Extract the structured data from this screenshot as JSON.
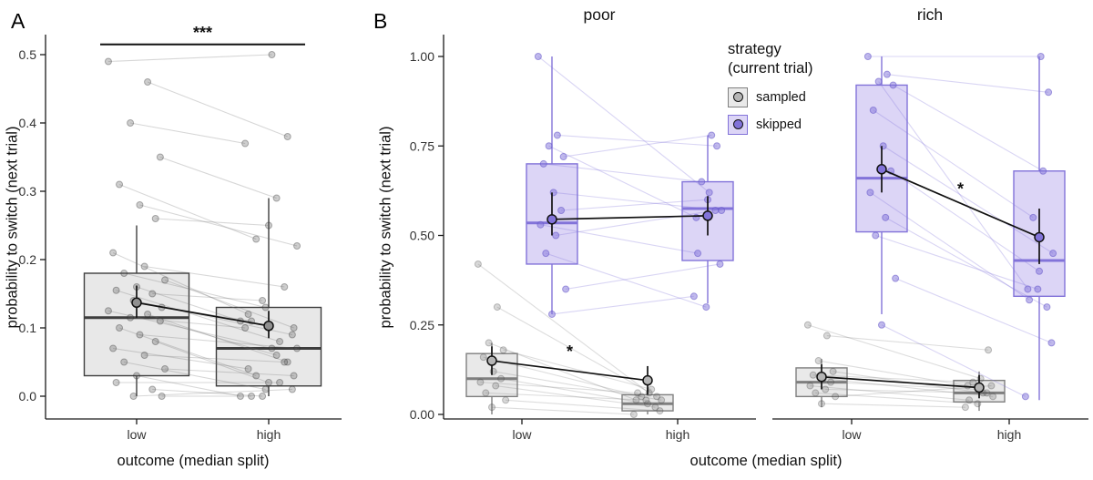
{
  "labels": {
    "panel_a": "A",
    "panel_b": "B",
    "facet_poor": "poor",
    "facet_rich": "rich",
    "ylabel": "probability to switch (next trial)",
    "xlabel": "outcome (median split)"
  },
  "legend": {
    "title_line1": "strategy",
    "title_line2": "(current trial)",
    "items": [
      {
        "label": "sampled",
        "style": "gray"
      },
      {
        "label": "skipped",
        "style": "purple"
      }
    ]
  },
  "styles": {
    "grayA": {
      "fill": "#e8e8e8",
      "stroke": "#3d3d3d",
      "point": "rgba(80,80,80,0.28)",
      "point_stroke": "rgba(40,40,40,0.35)",
      "pair_line": "rgba(110,110,110,0.28)",
      "mean_fill": "#909090"
    },
    "gray": {
      "fill": "#e9e9e9",
      "stroke": "#7f7f7f",
      "point": "rgba(100,100,100,0.25)",
      "point_stroke": "rgba(60,60,60,0.30)",
      "pair_line": "rgba(120,120,120,0.25)",
      "mean_fill": "#b5b5b5"
    },
    "purple": {
      "fill": "#dcd5f6",
      "stroke": "#8273d9",
      "point": "rgba(130,115,217,0.50)",
      "point_stroke": "rgba(100,85,200,0.55)",
      "pair_line": "rgba(130,115,217,0.30)",
      "mean_fill": "#8273d9"
    }
  },
  "chart_data": [
    {
      "panel": "A",
      "type": "boxplot",
      "categories": [
        "low",
        "high"
      ],
      "ylim": [
        0,
        0.52
      ],
      "yticks": [
        0,
        0.1,
        0.2,
        0.3,
        0.4,
        0.5
      ],
      "ytick_labels": [
        "0.0",
        "0.1",
        "0.2",
        "0.3",
        "0.4",
        "0.5"
      ],
      "xlabel": "outcome (median split)",
      "ylabel": "probability to switch (next trial)",
      "grid": false,
      "series": [
        {
          "name": "all",
          "style": "grayA",
          "offset": 0,
          "box": {
            "low": [
              0.0,
              0.03,
              0.115,
              0.18,
              0.25
            ],
            "high": [
              0.0,
              0.015,
              0.07,
              0.13,
              0.29
            ]
          },
          "mean": {
            "low": [
              0.137,
              0.115,
              0.162
            ],
            "high": [
              0.103,
              0.085,
              0.125
            ]
          },
          "pairs": [
            [
              0.49,
              0.5
            ],
            [
              0.46,
              0.38
            ],
            [
              0.4,
              0.37
            ],
            [
              0.35,
              0.29
            ],
            [
              0.31,
              0.23
            ],
            [
              0.28,
              0.22
            ],
            [
              0.26,
              0.25
            ],
            [
              0.21,
              0.12
            ],
            [
              0.19,
              0.16
            ],
            [
              0.18,
              0.13
            ],
            [
              0.17,
              0.1
            ],
            [
              0.16,
              0.11
            ],
            [
              0.155,
              0.08
            ],
            [
              0.15,
              0.14
            ],
            [
              0.14,
              0.09
            ],
            [
              0.13,
              0.11
            ],
            [
              0.125,
              0.07
            ],
            [
              0.12,
              0.05
            ],
            [
              0.115,
              0.1
            ],
            [
              0.11,
              0.06
            ],
            [
              0.1,
              0.03
            ],
            [
              0.09,
              0.07
            ],
            [
              0.08,
              0.02
            ],
            [
              0.07,
              0.04
            ],
            [
              0.06,
              0.05
            ],
            [
              0.05,
              0.01
            ],
            [
              0.04,
              0.03
            ],
            [
              0.03,
              0.0
            ],
            [
              0.02,
              0.02
            ],
            [
              0.01,
              0.0
            ],
            [
              0.0,
              0.01
            ],
            [
              0.0,
              0.0
            ]
          ]
        }
      ],
      "significance": [
        {
          "label": "***",
          "series": "all",
          "between": [
            "low",
            "high"
          ],
          "y": 0.515,
          "bar": true
        }
      ]
    },
    {
      "panel": "B",
      "facet": "poor",
      "type": "boxplot",
      "categories": [
        "low",
        "high"
      ],
      "ylim": [
        0,
        1.05
      ],
      "yticks": [
        0,
        0.25,
        0.5,
        0.75,
        1.0
      ],
      "ytick_labels": [
        "0.00",
        "0.25",
        "0.50",
        "0.75",
        "1.00"
      ],
      "xlabel": "outcome (median split)",
      "ylabel": "probability to switch (next trial)",
      "grid": false,
      "series": [
        {
          "name": "sampled",
          "style": "gray",
          "offset": -1,
          "box": {
            "low": [
              0.0,
              0.05,
              0.1,
              0.17,
              0.2
            ],
            "high": [
              0.0,
              0.01,
              0.03,
              0.055,
              0.075
            ]
          },
          "mean": {
            "low": [
              0.15,
              0.11,
              0.19
            ],
            "high": [
              0.095,
              0.055,
              0.135
            ]
          },
          "pairs": [
            [
              0.42,
              0.06
            ],
            [
              0.3,
              0.05
            ],
            [
              0.2,
              0.04
            ],
            [
              0.18,
              0.07
            ],
            [
              0.16,
              0.05
            ],
            [
              0.12,
              0.04
            ],
            [
              0.1,
              0.03
            ],
            [
              0.09,
              0.06
            ],
            [
              0.08,
              0.02
            ],
            [
              0.06,
              0.04
            ],
            [
              0.04,
              0.01
            ],
            [
              0.02,
              0.0
            ]
          ]
        },
        {
          "name": "skipped",
          "style": "purple",
          "offset": 1,
          "box": {
            "low": [
              0.28,
              0.42,
              0.535,
              0.7,
              1.0
            ],
            "high": [
              0.31,
              0.43,
              0.575,
              0.65,
              0.78
            ]
          },
          "mean": {
            "low": [
              0.545,
              0.5,
              0.62
            ],
            "high": [
              0.555,
              0.5,
              0.61
            ]
          },
          "pairs": [
            [
              1.0,
              0.62
            ],
            [
              0.78,
              0.75
            ],
            [
              0.75,
              0.55
            ],
            [
              0.72,
              0.78
            ],
            [
              0.7,
              0.65
            ],
            [
              0.62,
              0.57
            ],
            [
              0.57,
              0.6
            ],
            [
              0.53,
              0.45
            ],
            [
              0.5,
              0.57
            ],
            [
              0.45,
              0.3
            ],
            [
              0.35,
              0.42
            ],
            [
              0.28,
              0.33
            ]
          ]
        }
      ],
      "significance": [
        {
          "label": "*",
          "series": "sampled",
          "between": [
            "low",
            "high"
          ],
          "y": 0.16,
          "bar": false
        }
      ]
    },
    {
      "panel": "B",
      "facet": "rich",
      "type": "boxplot",
      "categories": [
        "low",
        "high"
      ],
      "ylim": [
        0,
        1.05
      ],
      "yticks": [
        0,
        0.25,
        0.5,
        0.75,
        1.0
      ],
      "ytick_labels": [
        "0.00",
        "0.25",
        "0.50",
        "0.75",
        "1.00"
      ],
      "xlabel": "outcome (median split)",
      "ylabel": "probability to switch (next trial)",
      "grid": false,
      "series": [
        {
          "name": "sampled",
          "style": "gray",
          "offset": -1,
          "box": {
            "low": [
              0.02,
              0.05,
              0.09,
              0.13,
              0.155
            ],
            "high": [
              0.01,
              0.035,
              0.06,
              0.095,
              0.12
            ]
          },
          "mean": {
            "low": [
              0.105,
              0.07,
              0.14
            ],
            "high": [
              0.075,
              0.045,
              0.11
            ]
          },
          "pairs": [
            [
              0.25,
              0.1
            ],
            [
              0.22,
              0.18
            ],
            [
              0.15,
              0.08
            ],
            [
              0.12,
              0.06
            ],
            [
              0.11,
              0.09
            ],
            [
              0.1,
              0.05
            ],
            [
              0.09,
              0.07
            ],
            [
              0.08,
              0.04
            ],
            [
              0.07,
              0.06
            ],
            [
              0.06,
              0.03
            ],
            [
              0.05,
              0.08
            ],
            [
              0.03,
              0.02
            ]
          ]
        },
        {
          "name": "skipped",
          "style": "purple",
          "offset": 1,
          "box": {
            "low": [
              0.28,
              0.51,
              0.66,
              0.92,
              1.0
            ],
            "high": [
              0.04,
              0.33,
              0.43,
              0.68,
              1.0
            ]
          },
          "mean": {
            "low": [
              0.685,
              0.62,
              0.75
            ],
            "high": [
              0.495,
              0.42,
              0.575
            ]
          },
          "pairs": [
            [
              1.0,
              1.0
            ],
            [
              0.95,
              0.9
            ],
            [
              0.93,
              0.35
            ],
            [
              0.92,
              0.68
            ],
            [
              0.85,
              0.55
            ],
            [
              0.75,
              0.45
            ],
            [
              0.68,
              0.4
            ],
            [
              0.62,
              0.32
            ],
            [
              0.55,
              0.3
            ],
            [
              0.5,
              0.35
            ],
            [
              0.38,
              0.2
            ],
            [
              0.25,
              0.05
            ]
          ]
        }
      ],
      "significance": [
        {
          "label": "*",
          "series": "skipped",
          "between": [
            "low",
            "high"
          ],
          "y": 0.615,
          "bar": false
        }
      ]
    }
  ]
}
